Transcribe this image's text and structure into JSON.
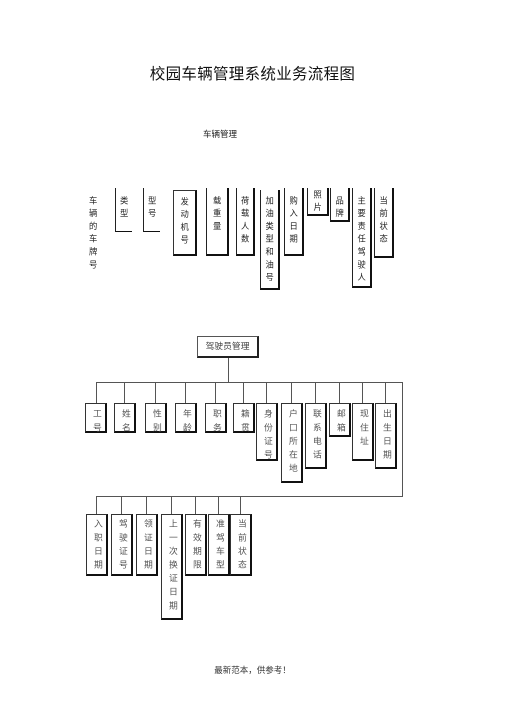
{
  "page": {
    "title": "校园车辆管理系统业务流程图",
    "footer": "最新范本，供参考！"
  },
  "vehicle": {
    "header": "车辆管理",
    "fields": [
      "车辆的车牌号",
      "类型",
      "型号",
      "发动机号",
      "载重量",
      "荷载人数",
      "加油类型和油号",
      "购入日期",
      "照片",
      "品牌",
      "主要责任驾驶人",
      "当前状态"
    ]
  },
  "driver": {
    "header": "驾驶员管理",
    "row1": [
      "工号",
      "姓名",
      "性别",
      "年龄",
      "职务",
      "籍贯",
      "身份证号",
      "户口所在地",
      "联系电话",
      "邮箱",
      "现住址",
      "出生日期"
    ],
    "row2": [
      "入职日期",
      "驾驶证号",
      "领证日期",
      "上一次换证日期",
      "有效期限",
      "准驾车型",
      "当前状态"
    ]
  }
}
